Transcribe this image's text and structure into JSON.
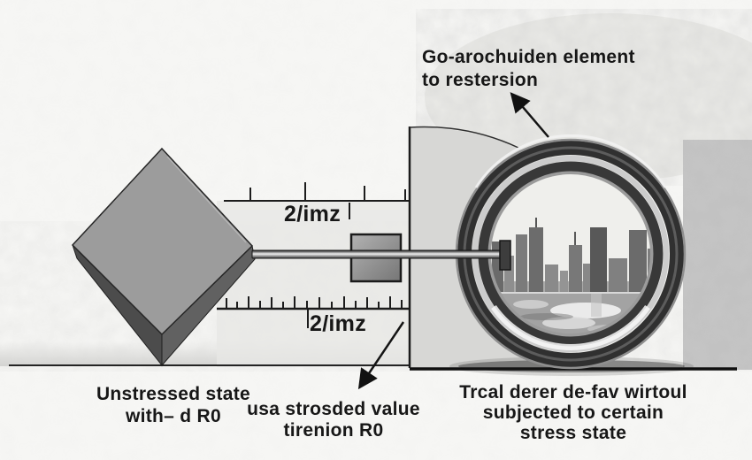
{
  "figure": {
    "type": "technical-sketch-diagram",
    "labels": {
      "top_right_line1": "Go-arochuiden element",
      "top_right_line2": "to restersion",
      "ruler_top": "2/imz",
      "ruler_bottom": "2/imz",
      "bottom_left_line1": "Unstressed state",
      "bottom_left_line2": "with– d R0",
      "bottom_middle_line1": "usa strosded value",
      "bottom_middle_line2": "tirenion R0",
      "bottom_right_line1": "Trcal derer de-fav wirtoul",
      "bottom_right_line2": "subjected to certain",
      "bottom_right_line3": "stress state"
    },
    "icons": {
      "arrow_to_ring": "diagonal-arrow",
      "arrow_to_value_label": "diagonal-arrow"
    },
    "colors": {
      "background": "#f7f7f5",
      "ink": "#171717",
      "diamond_front": "#9c9c9c",
      "diamond_left_face": "#4c4c4c",
      "diamond_right_face": "#616161",
      "plug_fill": "#8f8f8f",
      "wall_fill": "#d7d7d5",
      "ring_dark_band": "#303030",
      "ring_light_band": "#cccccc",
      "city_sky": "#efefec",
      "water": "#a3a3a3",
      "right_texture": "#c6c6c6"
    }
  }
}
